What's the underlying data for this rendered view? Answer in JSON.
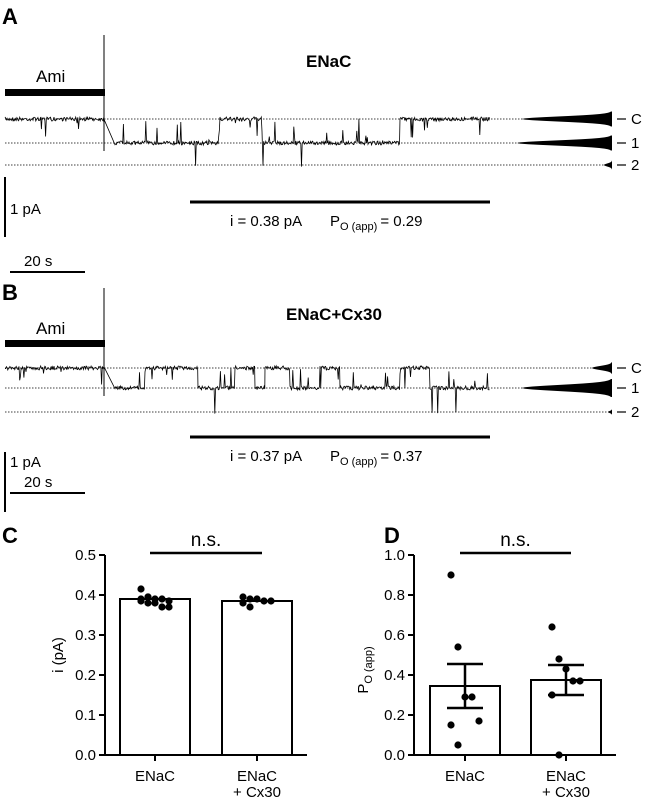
{
  "panels": {
    "A": {
      "label": "A",
      "title": "ENaC",
      "ami": "Ami",
      "levels": [
        "C",
        "1",
        "2"
      ],
      "scale_y": "1 pA",
      "scale_x": "20 s",
      "i_text": "i = 0.38 pA",
      "po_prefix": "P",
      "po_sub": "O (app)",
      "po_value": "= 0.29"
    },
    "B": {
      "label": "B",
      "title": "ENaC+Cx30",
      "ami": "Ami",
      "levels": [
        "C",
        "1",
        "2"
      ],
      "scale_y": "1 pA",
      "scale_x": "20 s",
      "i_text": "i = 0.37 pA",
      "po_prefix": "P",
      "po_sub": "O (app)",
      "po_value": "= 0.37"
    },
    "C": {
      "label": "C"
    },
    "D": {
      "label": "D"
    }
  },
  "chart_data": [
    {
      "type": "bar",
      "panel": "C",
      "ylabel": "i (pA)",
      "ylim": [
        0,
        0.5
      ],
      "yticks": [
        "0.0",
        "0.1",
        "0.2",
        "0.3",
        "0.4",
        "0.5"
      ],
      "categories": [
        [
          "ENaC"
        ],
        [
          "ENaC",
          "+ Cx30"
        ]
      ],
      "values": [
        0.39,
        0.385
      ],
      "points": [
        [
          0.415,
          0.395,
          0.39,
          0.39,
          0.385,
          0.385,
          0.38,
          0.38,
          0.37,
          0.37,
          0.39,
          0.395
        ],
        [
          0.395,
          0.39,
          0.39,
          0.385,
          0.385,
          0.38,
          0.37
        ]
      ],
      "sem": [
        0.003,
        0.003
      ],
      "significance": "n.s."
    },
    {
      "type": "bar",
      "panel": "D",
      "ylabel_main": "P",
      "ylabel_sub": "O (app)",
      "ylim": [
        0,
        1.0
      ],
      "yticks": [
        "0.0",
        "0.2",
        "0.4",
        "0.6",
        "0.8",
        "1.0"
      ],
      "categories": [
        [
          "ENaC"
        ],
        [
          "ENaC",
          "+ Cx30"
        ]
      ],
      "values": [
        0.345,
        0.375
      ],
      "points": [
        [
          0.9,
          0.54,
          0.29,
          0.29,
          0.17,
          0.15,
          0.05
        ],
        [
          0.64,
          0.48,
          0.43,
          0.37,
          0.37,
          0.3,
          0.0
        ]
      ],
      "sem": [
        0.11,
        0.075
      ],
      "significance": "n.s."
    }
  ]
}
